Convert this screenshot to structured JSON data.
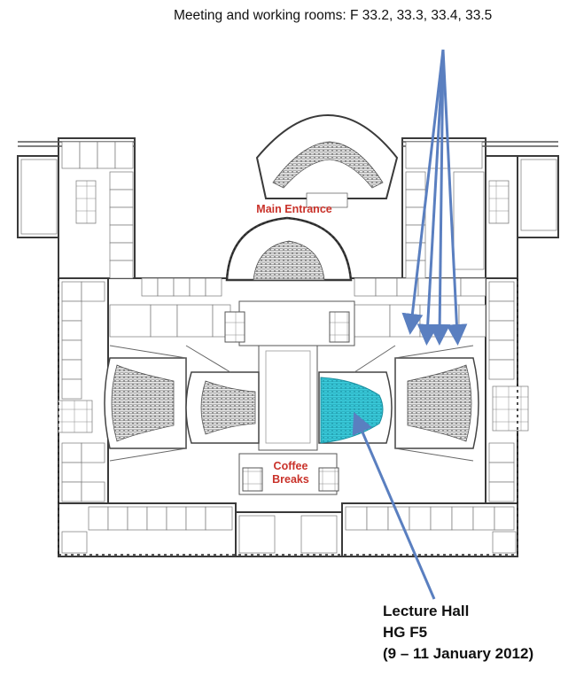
{
  "header": {
    "caption": "Meeting and working rooms: F 33.2, 33.3, 33.4, 33.5"
  },
  "map_labels": {
    "main_entrance": "Main Entrance",
    "coffee_line1": "Coffee",
    "coffee_line2": "Breaks"
  },
  "lecture_hall": {
    "line1": "Lecture Hall",
    "line2": "HG F5",
    "line3": "(9 – 11 January 2012)"
  },
  "colors": {
    "highlight": "#39d0e0",
    "arrow": "#5a7fc0",
    "label_red": "#c9322a",
    "wall": "#3a3a3a"
  }
}
